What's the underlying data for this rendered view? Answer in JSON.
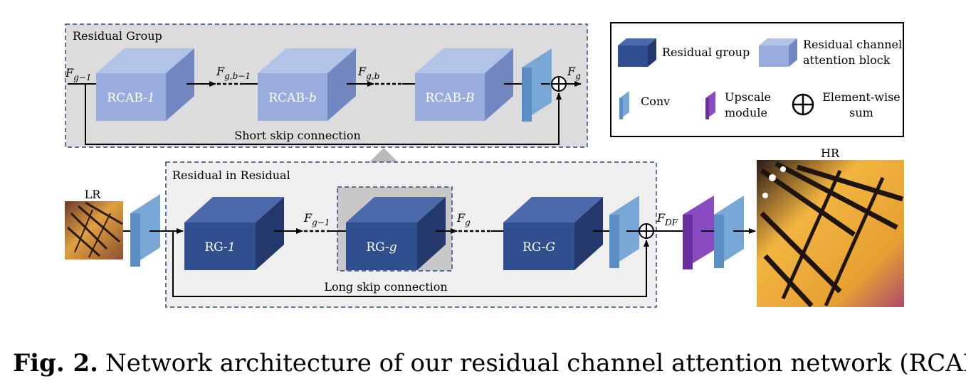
{
  "residual_group": {
    "title": "Residual Group",
    "in_label": "F",
    "in_sub": "g−1",
    "blocks": [
      {
        "name": "RCAB-",
        "index": "1"
      },
      {
        "name": "RCAB-",
        "index": "b"
      },
      {
        "name": "RCAB-",
        "index": "B"
      }
    ],
    "mid_label_1": "F",
    "mid_sub_1": "g,b−1",
    "mid_label_2": "F",
    "mid_sub_2": "g,b",
    "out_label": "F",
    "out_sub": "g",
    "skip_label": "Short skip connection"
  },
  "residual_in_residual": {
    "title": "Residual in Residual",
    "groups": [
      {
        "name": "RG-",
        "index": "1"
      },
      {
        "name": "RG-",
        "index": "g"
      },
      {
        "name": "RG-",
        "index": "G"
      }
    ],
    "mid_label_1": "F",
    "mid_sub_1": "g−1",
    "mid_label_2": "F",
    "mid_sub_2": "g",
    "out_label": "F",
    "out_sub": "DF",
    "skip_label": "Long skip connection"
  },
  "io": {
    "lr_label": "LR",
    "hr_label": "HR"
  },
  "legend": {
    "residual_group": "Residual group",
    "rcab_line1": "Residual channel",
    "rcab_line2": "attention block",
    "conv": "Conv",
    "upscale_line1": "Upscale",
    "upscale_line2": "module",
    "sum_line1": "Element-wise",
    "sum_line2": "sum"
  },
  "caption": {
    "prefix": "Fig. 2.",
    "text": "Network architecture of our residual channel attention network (RCAN)"
  },
  "colors": {
    "rg_front": "#2f4f8f",
    "rg_top": "#4a6aab",
    "rg_side": "#23396b",
    "rcab_front": "#98addd",
    "rcab_top": "#b2c3e8",
    "rcab_side": "#7088bf",
    "conv": "#5a8ec4",
    "upscale": "#6a2ea0",
    "box_border": "#2c4a80"
  }
}
